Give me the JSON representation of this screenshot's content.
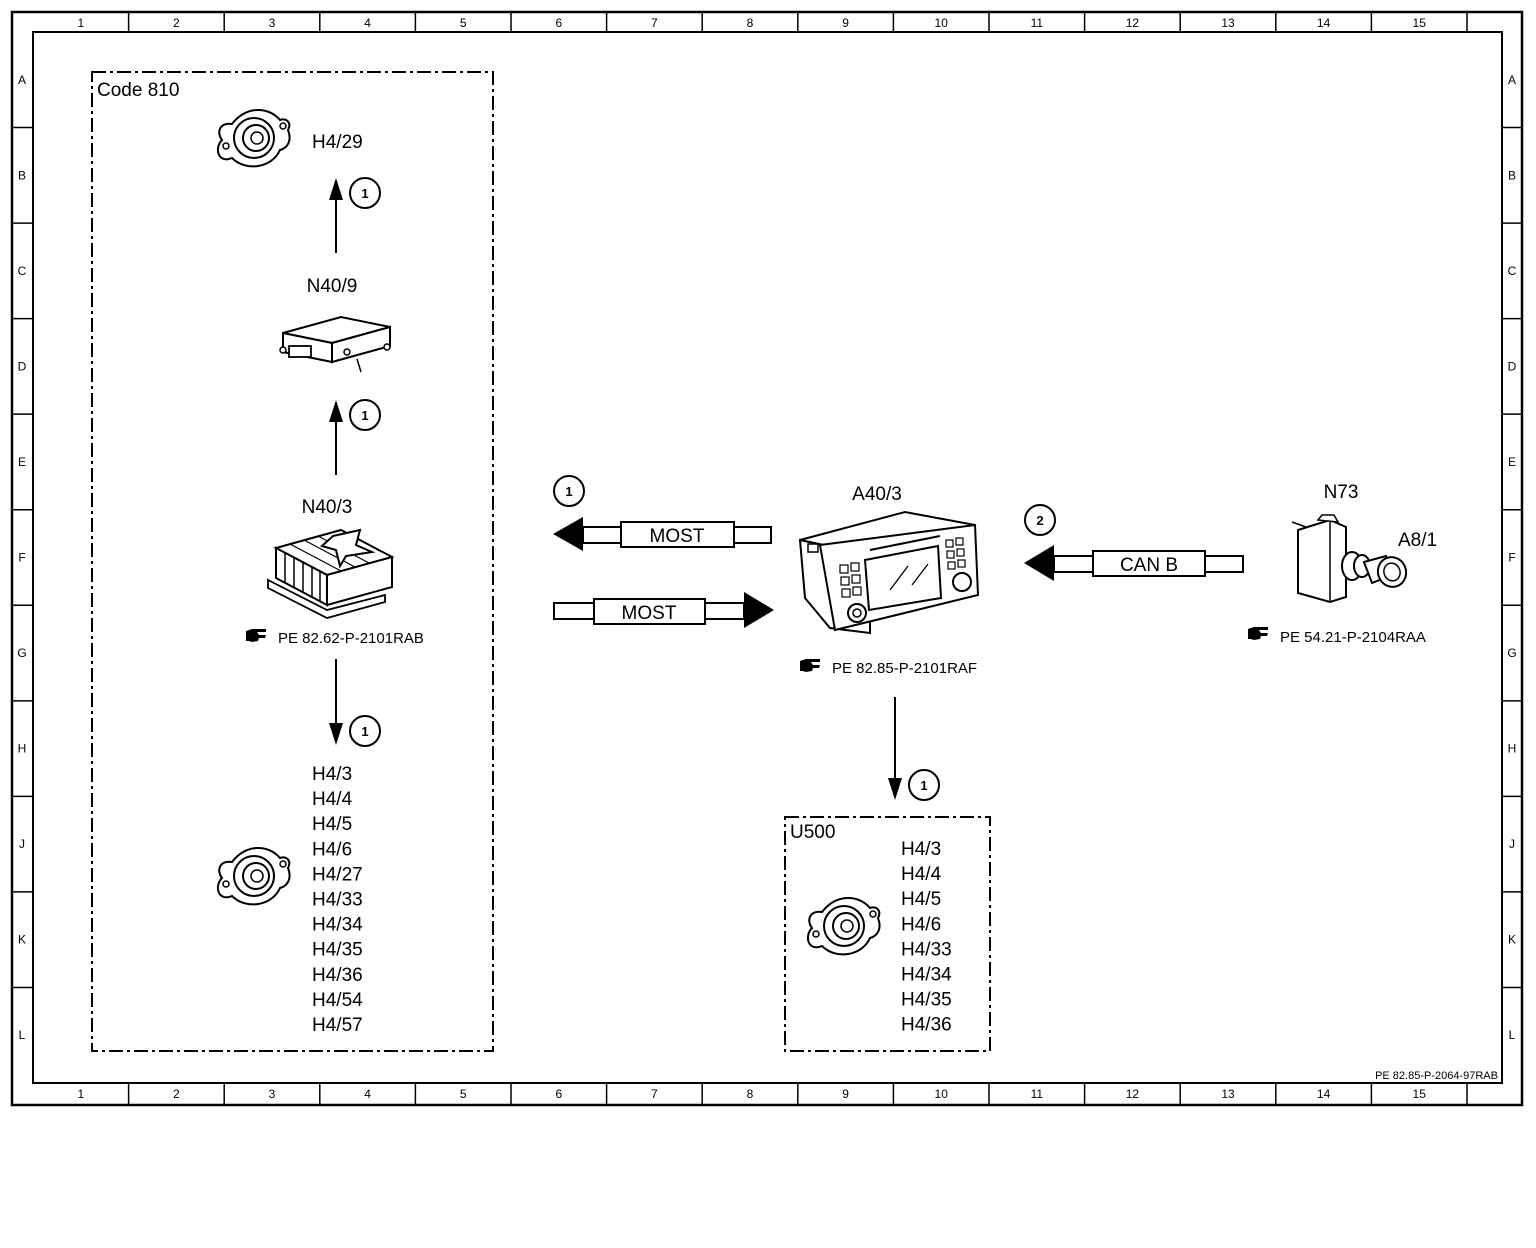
{
  "grid": {
    "columns": [
      "1",
      "2",
      "3",
      "4",
      "5",
      "6",
      "7",
      "8",
      "9",
      "10",
      "11",
      "12",
      "13",
      "14",
      "15"
    ],
    "rows": [
      "A",
      "B",
      "C",
      "D",
      "E",
      "F",
      "G",
      "H",
      "J",
      "K",
      "L"
    ]
  },
  "footer_ref": "PE 82.85-P-2064-97RAB",
  "code_box": {
    "label": "Code 810"
  },
  "components": {
    "speaker_top": {
      "label": "H4/29"
    },
    "n40_9": {
      "label": "N40/9"
    },
    "n40_3": {
      "label": "N40/3",
      "ref": "PE 82.62-P-2101RAB"
    },
    "speakers_left": {
      "labels": [
        "H4/3",
        "H4/4",
        "H4/5",
        "H4/6",
        "H4/27",
        "H4/33",
        "H4/34",
        "H4/35",
        "H4/36",
        "H4/54",
        "H4/57"
      ]
    },
    "a40_3": {
      "label": "A40/3",
      "ref": "PE 82.85-P-2101RAF"
    },
    "n73": {
      "label": "N73",
      "ref": "PE 54.21-P-2104RAA"
    },
    "a8_1": {
      "label": "A8/1"
    }
  },
  "u500_box": {
    "label": "U500",
    "labels": [
      "H4/3",
      "H4/4",
      "H4/5",
      "H4/6",
      "H4/33",
      "H4/34",
      "H4/35",
      "H4/36"
    ]
  },
  "buses": {
    "most_out": "MOST",
    "most_in": "MOST",
    "can_b": "CAN B"
  },
  "markers": {
    "m1": "1",
    "m2": "1",
    "m3": "1",
    "m4": "1",
    "m5": "1",
    "m6": "2"
  },
  "icons": {
    "speaker": "speaker-icon",
    "module": "control-module-icon",
    "amplifier": "amplifier-icon",
    "head_unit": "head-unit-icon",
    "switch": "ignition-switch-icon",
    "key": "key-icon",
    "reference": "pointing-hand-icon"
  }
}
